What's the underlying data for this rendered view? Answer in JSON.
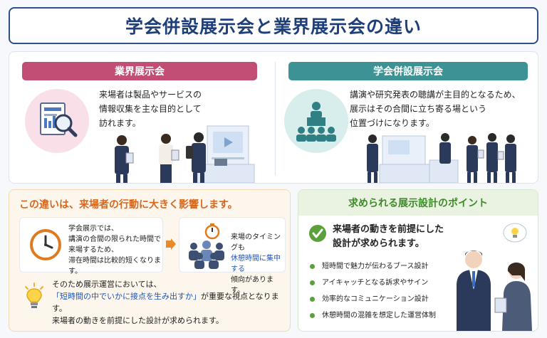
{
  "title": "学会併設展示会と業界展示会の違い",
  "industry": {
    "banner": "業界展示会",
    "desc": [
      "来場者は製品やサービスの",
      "情報収集を主な目的として",
      "訪れます。"
    ],
    "color": "#c24e76"
  },
  "academic": {
    "banner": "学会併設展示会",
    "desc": [
      "講演や研究発表の聴講が主目的となるため、",
      "展示はその合間に立ち寄る場という",
      "位置づけになります。"
    ],
    "color": "#3c9294"
  },
  "impact": {
    "heading": "この違いは、来場者の行動に大きく影響します。",
    "card1": [
      "学会展示では、",
      "講演の合間の限られた時間で",
      "来場するため、",
      "滞在時間は比較的短くなります。"
    ],
    "card2_a": "来場のタイミングも",
    "card2_hl": "休憩時間に集中する",
    "card2_b": "傾向があります。",
    "note_a": "そのため展示運営においては、",
    "note_quote": "「短時間の中でいかに接点を生み出すか」",
    "note_b": "が重要な視点となります。",
    "note_c": "来場者の動きを前提にした設計が求められます。"
  },
  "points": {
    "heading": "求められる展示設計のポイント",
    "lead": [
      "来場者の動きを前提にした",
      "設計が求められます。"
    ],
    "items": [
      "短時間で魅力が伝わるブース設計",
      "アイキャッチとなる訴求やサイン",
      "効率的なコミュニケーション設計",
      "休憩時間の混雑を想定した運営体制"
    ]
  }
}
